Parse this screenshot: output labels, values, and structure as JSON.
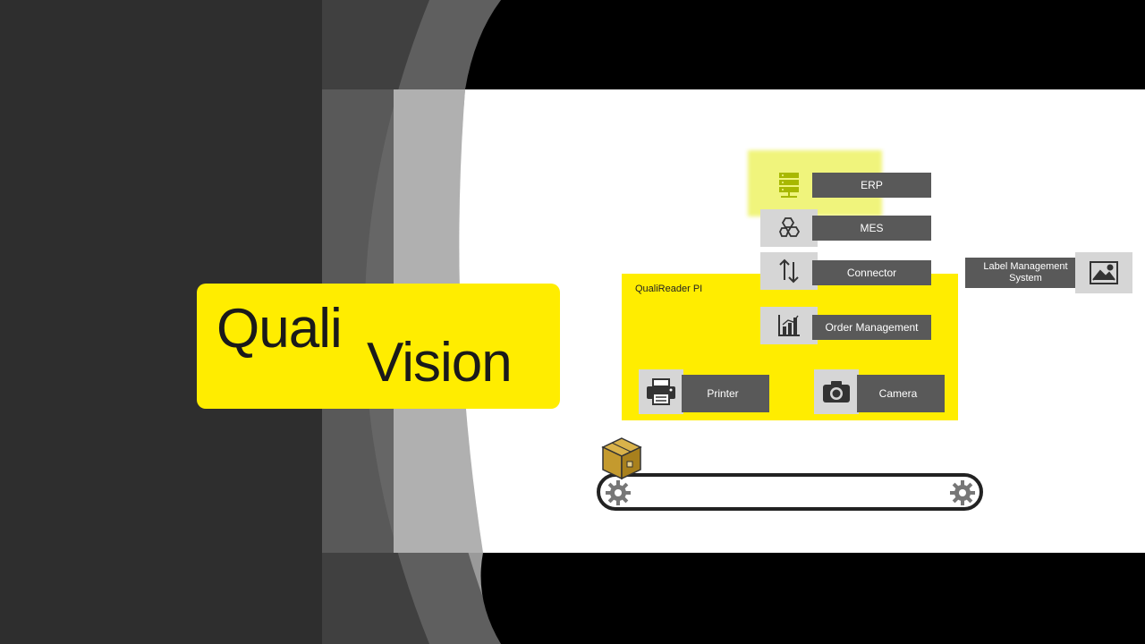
{
  "logo": {
    "word1": "Quali",
    "word2": "Vision"
  },
  "diagram": {
    "group_label": "QualiReader PI",
    "nodes": [
      {
        "id": "erp",
        "label": "ERP",
        "icon": "server-icon"
      },
      {
        "id": "mes",
        "label": "MES",
        "icon": "hexagon-network-icon"
      },
      {
        "id": "connector",
        "label": "Connector",
        "icon": "up-down-arrows-icon"
      },
      {
        "id": "order",
        "label": "Order Management",
        "icon": "bar-chart-icon"
      },
      {
        "id": "printer",
        "label": "Printer",
        "icon": "printer-icon"
      },
      {
        "id": "camera",
        "label": "Camera",
        "icon": "camera-icon"
      },
      {
        "id": "lms",
        "label": "Label Management System",
        "icon": "image-icon"
      }
    ],
    "conveyor": {
      "item_icon": "package-box-icon",
      "gear_icon": "gear-icon"
    }
  },
  "colors": {
    "brand_yellow": "#ffed00",
    "box_grey": "#595959",
    "tile_grey": "#d6d6d6",
    "highlight_green": "#c8d400"
  }
}
